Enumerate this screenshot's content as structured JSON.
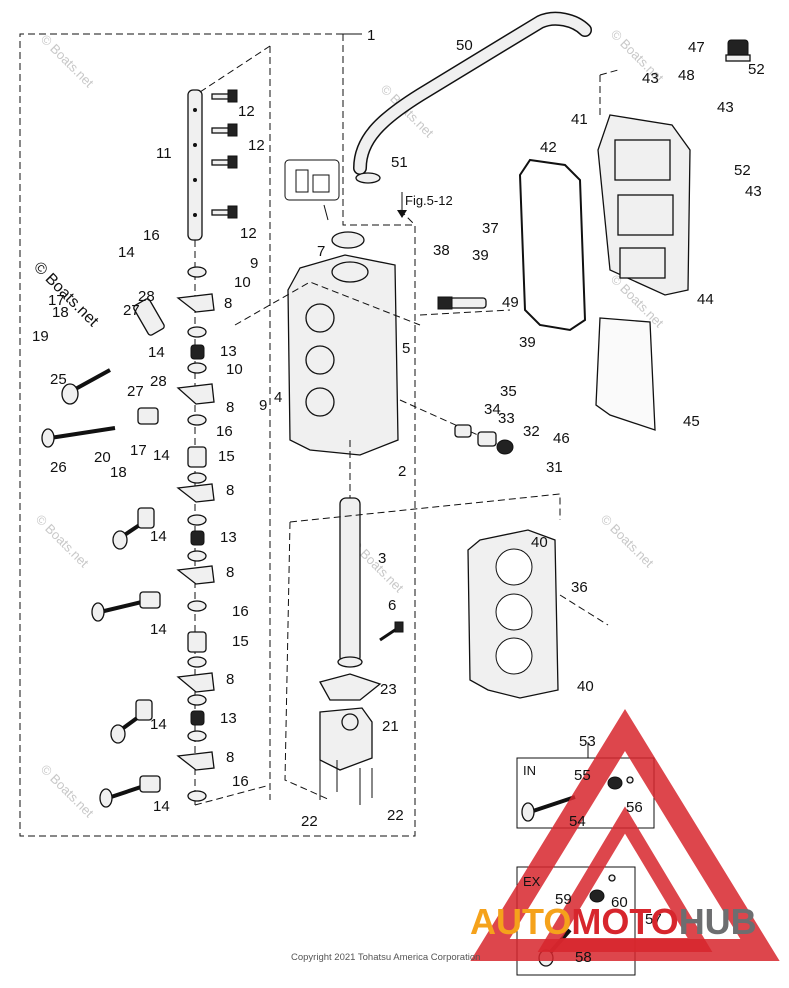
{
  "callouts": {
    "c1": "1",
    "c2": "2",
    "c3": "3",
    "c4": "4",
    "c5": "5",
    "c6": "6",
    "c7": "7",
    "c8": "8",
    "c9": "9",
    "c10": "10",
    "c11": "11",
    "c12": "12",
    "c13": "13",
    "c14": "14",
    "c15": "15",
    "c16": "16",
    "c17": "17",
    "c18": "18",
    "c19": "19",
    "c20": "20",
    "c21": "21",
    "c22": "22",
    "c23": "23",
    "c25": "25",
    "c26": "26",
    "c27": "27",
    "c28": "28",
    "c31": "31",
    "c32": "32",
    "c33": "33",
    "c34": "34",
    "c35": "35",
    "c36": "36",
    "c37": "37",
    "c38": "38",
    "c39": "39",
    "c40": "40",
    "c41": "41",
    "c42": "42",
    "c43": "43",
    "c44": "44",
    "c45": "45",
    "c46": "46",
    "c47": "47",
    "c48": "48",
    "c49": "49",
    "c50": "50",
    "c51": "51",
    "c52": "52",
    "c53": "53",
    "c54": "54",
    "c55": "55",
    "c56": "56",
    "c57": "57",
    "c58": "58",
    "c59": "59",
    "c60": "60"
  },
  "fig_ref": "Fig.5-12",
  "kit_in_label": "IN",
  "kit_ex_label": "EX",
  "watermark": "© Boats.net",
  "copyright": "Copyright 2021 Tohatsu America Corporation",
  "brand": {
    "auto": "AUTO",
    "moto": "MOTO",
    "hub": "HUB",
    "auto_color": "#f5a21b",
    "moto_color": "#d7262d",
    "hub_color": "#6d6e70"
  }
}
